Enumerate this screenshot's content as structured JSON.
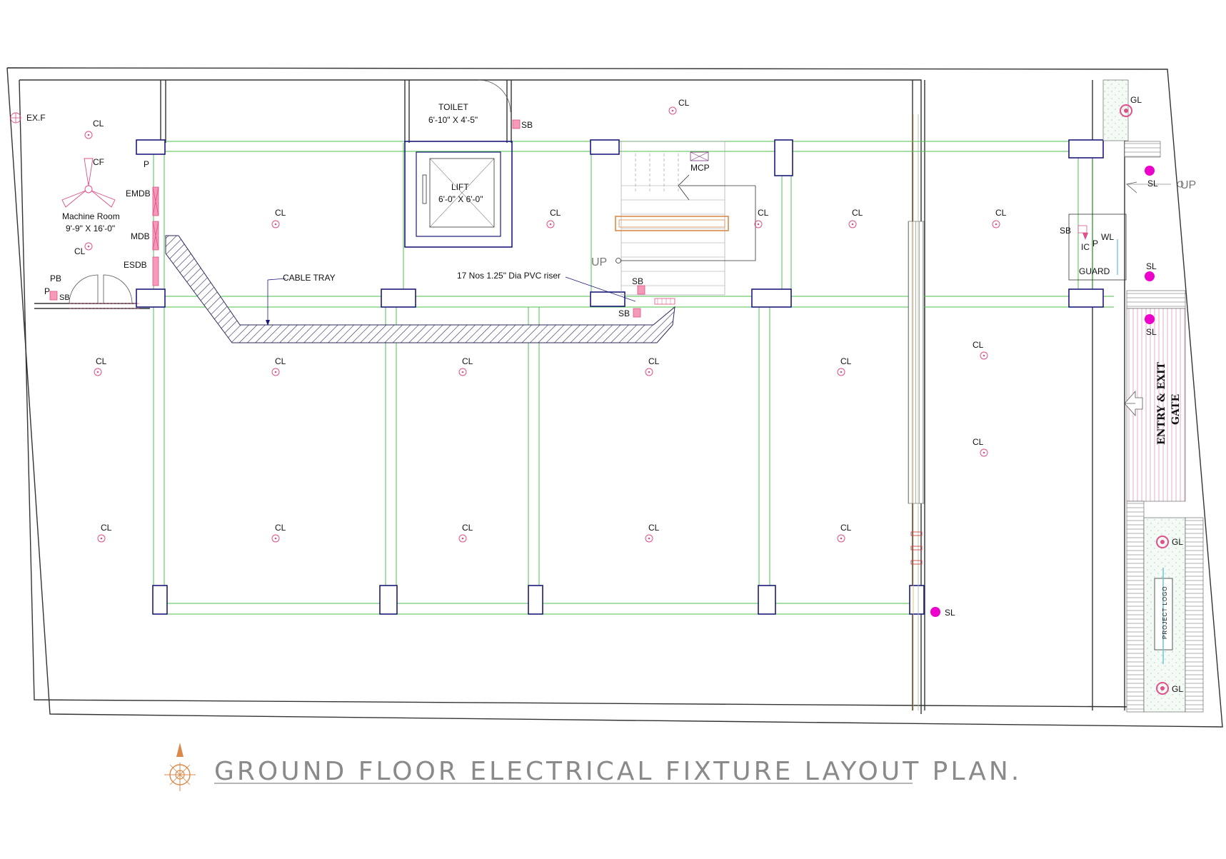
{
  "labels": {
    "exf": "EX.F",
    "cf": "CF",
    "machine_room": "Machine Room",
    "machine_room_size": "9'-9\" X 16'-0\"",
    "emdb": "EMDB",
    "mdb": "MDB",
    "esdb": "ESDB",
    "pb": "PB",
    "p": "P",
    "sb": "SB",
    "toilet": "TOILET",
    "toilet_size": "6'-10\" X 4'-5\"",
    "lift": "LIFT",
    "lift_size": "6'-0\" X 6'-0\"",
    "mcp": "MCP",
    "up": "UP",
    "cable_tray": "CABLE TRAY",
    "riser": "17 Nos 1.25\" Dia PVC riser",
    "guard": "GUARD",
    "ic": "IC",
    "wl": "WL",
    "sl": "SL",
    "gl": "GL",
    "cl": "CL",
    "gate_line1": "ENTRY & EXIT",
    "gate_line2": "GATE",
    "project_logo": "PROJECT LOGO",
    "plan_title": "GROUND FLOOR ELECTRICAL FIXTURE LAYOUT PLAN."
  },
  "colors": {
    "wall": "#333333",
    "beam": "#4cc24c",
    "column": "#1b1b7a",
    "fixture": "#e0508a",
    "street_light": "#ee00cc",
    "title": "#8a8a8a"
  }
}
